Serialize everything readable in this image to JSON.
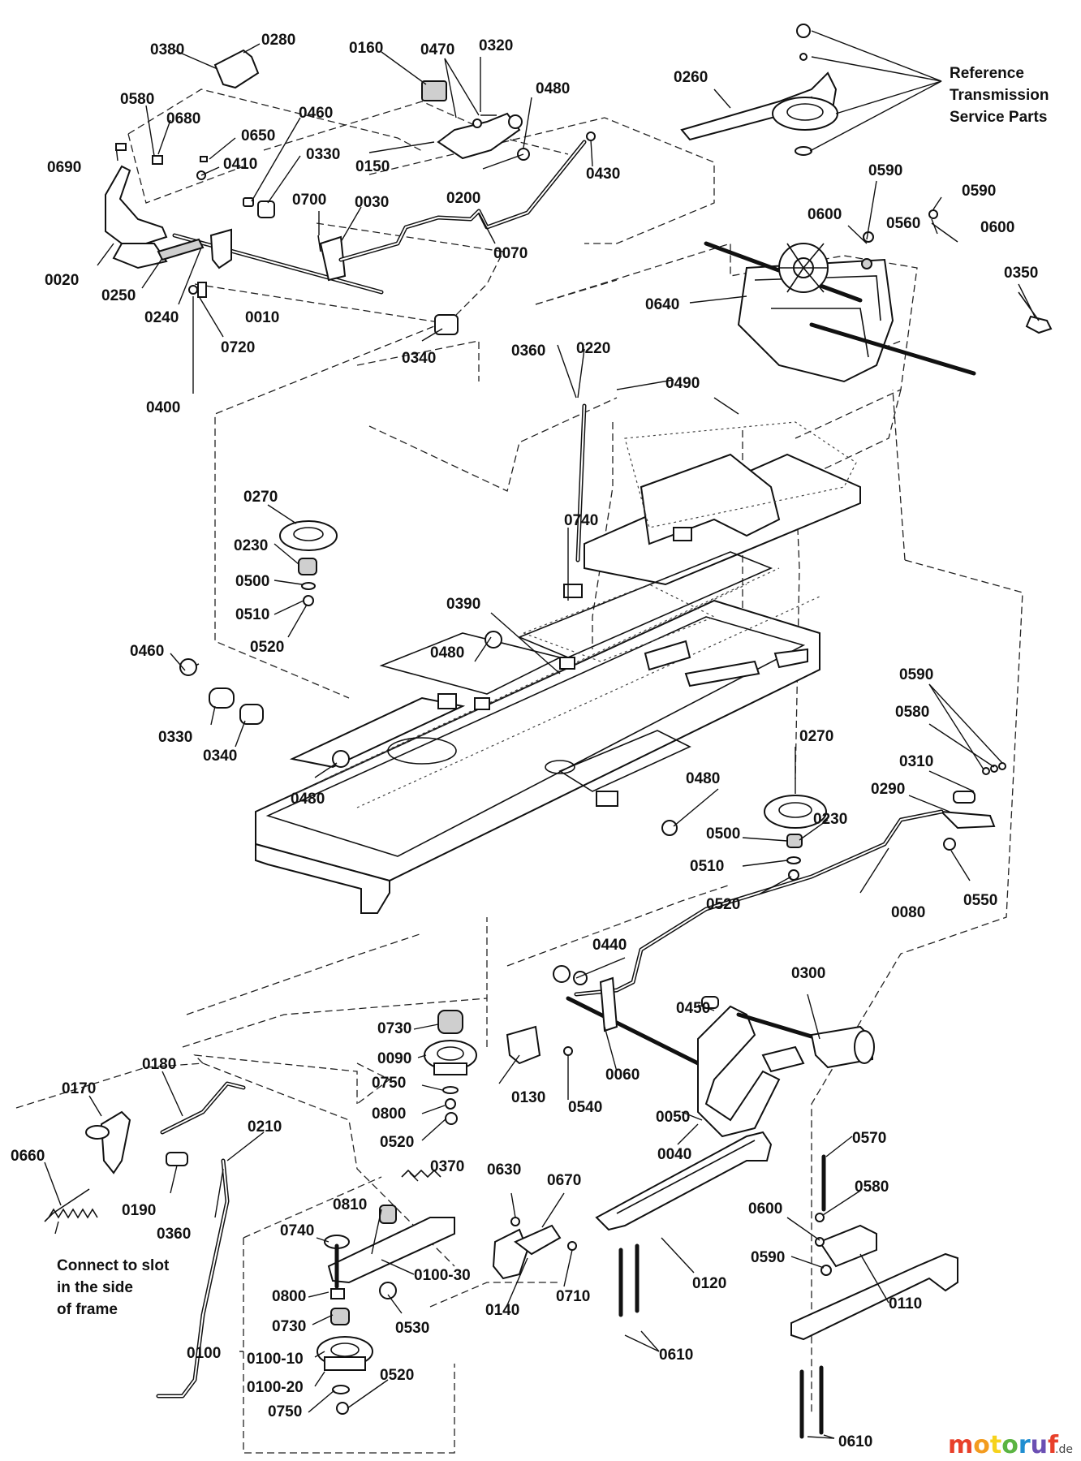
{
  "callouts": [
    {
      "id": "c0380",
      "text": "0380"
    },
    {
      "id": "c0280",
      "text": "0280"
    },
    {
      "id": "c0160",
      "text": "0160"
    },
    {
      "id": "c0470",
      "text": "0470"
    },
    {
      "id": "c0320",
      "text": "0320"
    },
    {
      "id": "c0480a",
      "text": "0480"
    },
    {
      "id": "c0580a",
      "text": "0580"
    },
    {
      "id": "c0680",
      "text": "0680"
    },
    {
      "id": "c0460a",
      "text": "0460"
    },
    {
      "id": "c0650",
      "text": "0650"
    },
    {
      "id": "c0690",
      "text": "0690"
    },
    {
      "id": "c0410",
      "text": "0410"
    },
    {
      "id": "c0330a",
      "text": "0330"
    },
    {
      "id": "c0150",
      "text": "0150"
    },
    {
      "id": "c0200",
      "text": "0200"
    },
    {
      "id": "c0430",
      "text": "0430"
    },
    {
      "id": "c0700",
      "text": "0700"
    },
    {
      "id": "c0030",
      "text": "0030"
    },
    {
      "id": "c0070",
      "text": "0070"
    },
    {
      "id": "c0020",
      "text": "0020"
    },
    {
      "id": "c0250",
      "text": "0250"
    },
    {
      "id": "c0240",
      "text": "0240"
    },
    {
      "id": "c0010",
      "text": "0010"
    },
    {
      "id": "c0720",
      "text": "0720"
    },
    {
      "id": "c0340a",
      "text": "0340"
    },
    {
      "id": "c0400",
      "text": "0400"
    },
    {
      "id": "c0260",
      "text": "0260"
    },
    {
      "id": "c0590a",
      "text": "0590"
    },
    {
      "id": "c0590b",
      "text": "0590"
    },
    {
      "id": "c0600a",
      "text": "0600"
    },
    {
      "id": "c0560",
      "text": "0560"
    },
    {
      "id": "c0600b",
      "text": "0600"
    },
    {
      "id": "c0350",
      "text": "0350"
    },
    {
      "id": "c0640",
      "text": "0640"
    },
    {
      "id": "c0360a",
      "text": "0360"
    },
    {
      "id": "c0220",
      "text": "0220"
    },
    {
      "id": "c0490",
      "text": "0490"
    },
    {
      "id": "c0270a",
      "text": "0270"
    },
    {
      "id": "c0230a",
      "text": "0230"
    },
    {
      "id": "c0500a",
      "text": "0500"
    },
    {
      "id": "c0510a",
      "text": "0510"
    },
    {
      "id": "c0520a",
      "text": "0520"
    },
    {
      "id": "c0740a",
      "text": "0740"
    },
    {
      "id": "c0390",
      "text": "0390"
    },
    {
      "id": "c0460b",
      "text": "0460"
    },
    {
      "id": "c0480b",
      "text": "0480"
    },
    {
      "id": "c0330b",
      "text": "0330"
    },
    {
      "id": "c0340b",
      "text": "0340"
    },
    {
      "id": "c0480c",
      "text": "0480"
    },
    {
      "id": "c0590c",
      "text": "0590"
    },
    {
      "id": "c0580b",
      "text": "0580"
    },
    {
      "id": "c0310",
      "text": "0310"
    },
    {
      "id": "c0480d",
      "text": "0480"
    },
    {
      "id": "c0270b",
      "text": "0270"
    },
    {
      "id": "c0290",
      "text": "0290"
    },
    {
      "id": "c0230b",
      "text": "0230"
    },
    {
      "id": "c0500b",
      "text": "0500"
    },
    {
      "id": "c0510b",
      "text": "0510"
    },
    {
      "id": "c0520b",
      "text": "0520"
    },
    {
      "id": "c0080",
      "text": "0080"
    },
    {
      "id": "c0550",
      "text": "0550"
    },
    {
      "id": "c0440",
      "text": "0440"
    },
    {
      "id": "c0300",
      "text": "0300"
    },
    {
      "id": "c0450",
      "text": "0450"
    },
    {
      "id": "c0730a",
      "text": "0730"
    },
    {
      "id": "c0090",
      "text": "0090"
    },
    {
      "id": "c0130",
      "text": "0130"
    },
    {
      "id": "c0540",
      "text": "0540"
    },
    {
      "id": "c0060",
      "text": "0060"
    },
    {
      "id": "c0750a",
      "text": "0750"
    },
    {
      "id": "c0800a",
      "text": "0800"
    },
    {
      "id": "c0520c",
      "text": "0520"
    },
    {
      "id": "c0050",
      "text": "0050"
    },
    {
      "id": "c0040",
      "text": "0040"
    },
    {
      "id": "c0180",
      "text": "0180"
    },
    {
      "id": "c0170",
      "text": "0170"
    },
    {
      "id": "c0210",
      "text": "0210"
    },
    {
      "id": "c0660",
      "text": "0660"
    },
    {
      "id": "c0190",
      "text": "0190"
    },
    {
      "id": "c0360b",
      "text": "0360"
    },
    {
      "id": "c0370",
      "text": "0370"
    },
    {
      "id": "c0630",
      "text": "0630"
    },
    {
      "id": "c0670",
      "text": "0670"
    },
    {
      "id": "c0810",
      "text": "0810"
    },
    {
      "id": "c0740b",
      "text": "0740"
    },
    {
      "id": "c0570",
      "text": "0570"
    },
    {
      "id": "c0580c",
      "text": "0580"
    },
    {
      "id": "c0600c",
      "text": "0600"
    },
    {
      "id": "c0590d",
      "text": "0590"
    },
    {
      "id": "c0120",
      "text": "0120"
    },
    {
      "id": "c0110",
      "text": "0110"
    },
    {
      "id": "c0800b",
      "text": "0800"
    },
    {
      "id": "c0100_30",
      "text": "0100-30"
    },
    {
      "id": "c0730b",
      "text": "0730"
    },
    {
      "id": "c0530",
      "text": "0530"
    },
    {
      "id": "c0140",
      "text": "0140"
    },
    {
      "id": "c0710",
      "text": "0710"
    },
    {
      "id": "c0100_10",
      "text": "0100-10"
    },
    {
      "id": "c0100",
      "text": "0100"
    },
    {
      "id": "c0100_20",
      "text": "0100-20"
    },
    {
      "id": "c0520d",
      "text": "0520"
    },
    {
      "id": "c0750b",
      "text": "0750"
    },
    {
      "id": "c0610a",
      "text": "0610"
    },
    {
      "id": "c0610b",
      "text": "0610"
    }
  ],
  "notes": {
    "reference": [
      "Reference",
      "Transmission",
      "Service Parts"
    ],
    "connect": [
      "Connect to slot",
      "in the side",
      "of frame"
    ]
  },
  "watermark": {
    "brand": "motoruf",
    "suffix": ".de",
    "colors": [
      "#e8402a",
      "#f39b1f",
      "#f6d21c",
      "#5bb442",
      "#1f8ed1",
      "#6b4fb3",
      "#e8402a"
    ]
  }
}
